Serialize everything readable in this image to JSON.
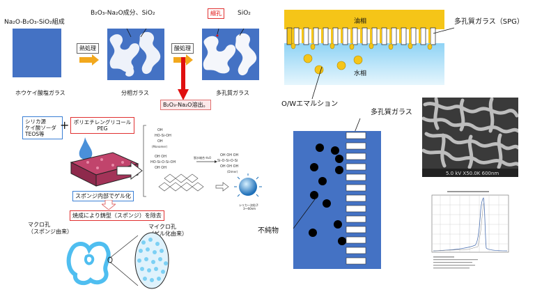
{
  "process": {
    "title": "Na₂O-B₂O₃-SiO₂組成",
    "phase_label": "B₂O₃-Na₂O成分、SiO₂",
    "pore_label": "細孔",
    "sio2_label": "SiO₂",
    "heat_label": "熱処理",
    "acid_label": "酸処理",
    "dissolve_label": "B₂O₃-Na₂O溶出。",
    "glass1": "ホウケイ酸塩ガラス",
    "glass2": "分相ガラス",
    "glass3": "多孔質ガラス"
  },
  "sponge": {
    "source_box": [
      "シリカ源",
      "ケイ酸ソーダ",
      "TEOS等"
    ],
    "plus": "+",
    "peg_box": [
      "ポリエチレングリコール",
      "PEG"
    ],
    "gel_label": "スポンジ内部でゲル化",
    "burn_label": "焼成により鋳型（スポンジ）を除去",
    "macro_label": [
      "マクロ孔",
      "（スポンジ由来）"
    ],
    "micro_label": [
      "マイクロ孔",
      "（ゲル化由来）"
    ],
    "chem_monomer": "(Monomer)",
    "chem_dimer": "(Dimer)",
    "chem_reaction": "脱水縮合-H₂O",
    "chem_particle": "シリカ一次粒子",
    "chem_particle_size": "3〜60nm"
  },
  "emulsion": {
    "oil_label": "油相",
    "water_label": "水相",
    "spg_label": "多孔質ガラス（SPG）",
    "ow_label": "O/Wエマルション"
  },
  "filter": {
    "title": "多孔質ガラス",
    "impurity_label": "不純物"
  },
  "sem": {
    "caption": "5.0 kV X50.0K 600nm"
  },
  "colors": {
    "glass_blue": "#4472c4",
    "oil": "#f5c518",
    "water": "#bfe3f7",
    "arrow_orange": "#f2a81d",
    "red": "#e01010",
    "sky": "#5cc8f0"
  }
}
